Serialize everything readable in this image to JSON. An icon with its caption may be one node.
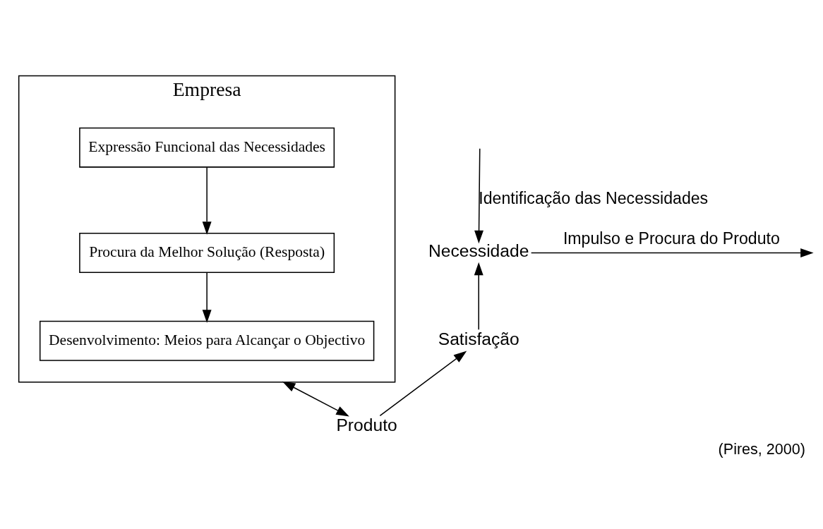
{
  "diagram": {
    "caption": "(Pires, 2000)",
    "nodes": [
      {
        "text": [
          "Necessidade"
        ]
      },
      {
        "text": [
          "Satisfação"
        ]
      },
      {
        "text": [
          "Produto"
        ]
      },
      {
        "text": [
          "Empresa"
        ]
      },
      {
        "text": [
          "Expressão Funcional das Necessidades"
        ],
        "in": 3
      },
      {
        "text": [
          "Procura da Melhor Solução (Resposta)"
        ],
        "in": 3
      },
      {
        "text": [
          "Desenvolvimento: Meios para Alcançar o Objectivo"
        ],
        "in": 3
      }
    ],
    "edges": [
      {
        "from": 0,
        "to": null,
        "arrow": "to",
        "label": "Impulso e Procura do Produto"
      },
      {
        "from": null,
        "to": 0,
        "arrow": "to",
        "label": "Identificação das Necessidades"
      },
      {
        "from": 1,
        "to": 0,
        "arrow": "to"
      },
      {
        "from": 2,
        "to": 1,
        "arrow": "to"
      },
      {
        "from": 4,
        "to": 5,
        "arrow": "to"
      },
      {
        "from": 5,
        "to": 6,
        "arrow": "to"
      },
      {
        "from": 3,
        "to": 2,
        "arrow": "both"
      }
    ]
  }
}
